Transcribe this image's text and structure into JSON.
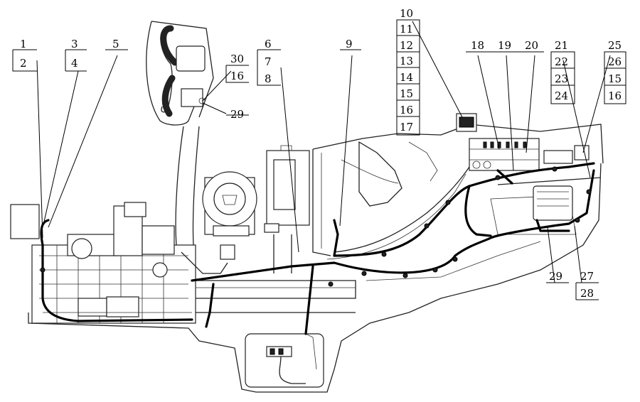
{
  "callouts": {
    "c1": "1",
    "c2": "2",
    "c3": "3",
    "c4": "4",
    "c5": "5",
    "c6": "6",
    "c7": "7",
    "c8": "8",
    "c9": "9",
    "c10": "10",
    "c11": "11",
    "c12": "12",
    "c13": "13",
    "c14": "14",
    "c15a": "15",
    "c16a": "16",
    "c17": "17",
    "c18": "18",
    "c19": "19",
    "c20": "20",
    "c21": "21",
    "c22": "22",
    "c23": "23",
    "c24": "24",
    "c25": "25",
    "c26": "26",
    "c15b": "15",
    "c16b": "16",
    "c30": "30",
    "c16c": "16",
    "c29a": "29",
    "c29b": "29",
    "c27": "27",
    "c28": "28"
  }
}
